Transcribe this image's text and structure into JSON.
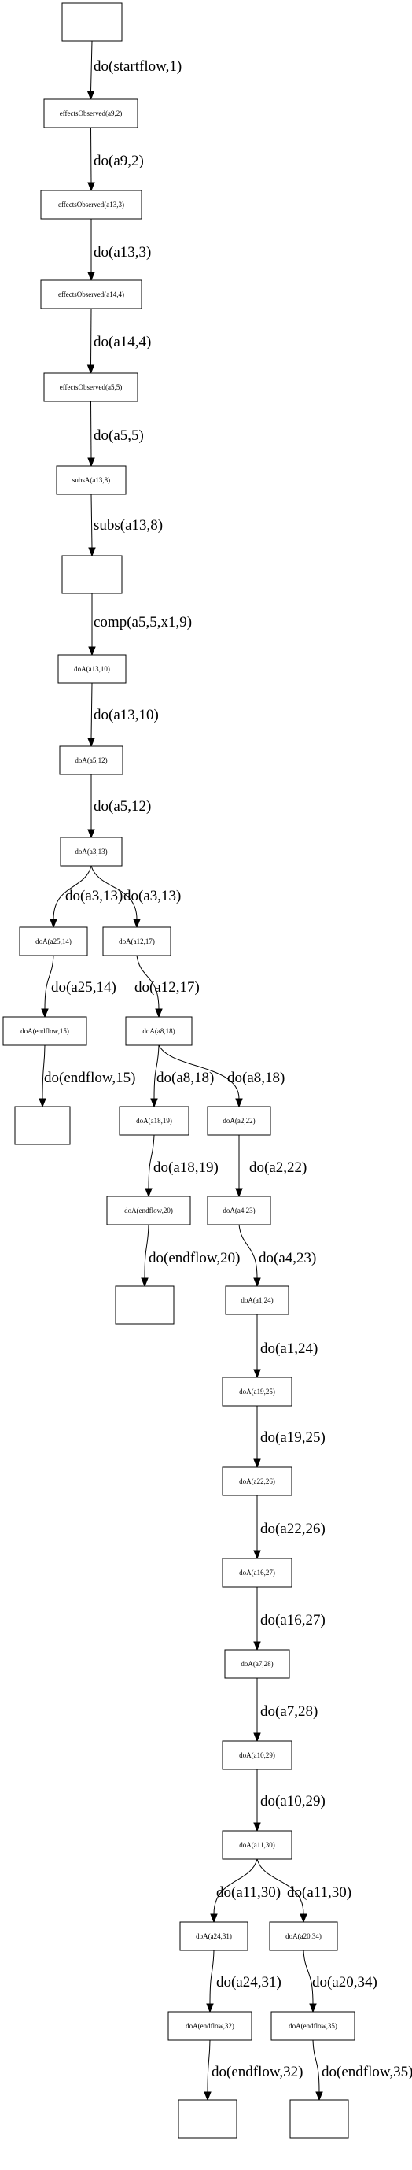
{
  "nodes": [
    {
      "id": "n0",
      "label": ""
    },
    {
      "id": "n1",
      "label": "effectsObserved(a9,2)"
    },
    {
      "id": "n2",
      "label": "effectsObserved(a13,3)"
    },
    {
      "id": "n3",
      "label": "effectsObserved(a14,4)"
    },
    {
      "id": "n4",
      "label": "effectsObserved(a5,5)"
    },
    {
      "id": "n5",
      "label": "subsA(a13,8)"
    },
    {
      "id": "n6",
      "label": ""
    },
    {
      "id": "n7",
      "label": "doA(a13,10)"
    },
    {
      "id": "n8",
      "label": "doA(a5,12)"
    },
    {
      "id": "n9",
      "label": "doA(a3,13)"
    },
    {
      "id": "n10",
      "label": "doA(a25,14)"
    },
    {
      "id": "n11",
      "label": "doA(a12,17)"
    },
    {
      "id": "n12",
      "label": "doA(endflow,15)"
    },
    {
      "id": "n13",
      "label": "doA(a8,18)"
    },
    {
      "id": "n14",
      "label": ""
    },
    {
      "id": "n15",
      "label": "doA(a18,19)"
    },
    {
      "id": "n16",
      "label": "doA(a2,22)"
    },
    {
      "id": "n17",
      "label": "doA(endflow,20)"
    },
    {
      "id": "n18",
      "label": "doA(a4,23)"
    },
    {
      "id": "n19",
      "label": ""
    },
    {
      "id": "n20",
      "label": "doA(a1,24)"
    },
    {
      "id": "n21",
      "label": "doA(a19,25)"
    },
    {
      "id": "n22",
      "label": "doA(a22,26)"
    },
    {
      "id": "n23",
      "label": "doA(a16,27)"
    },
    {
      "id": "n24",
      "label": "doA(a7,28)"
    },
    {
      "id": "n25",
      "label": "doA(a10,29)"
    },
    {
      "id": "n26",
      "label": "doA(a11,30)"
    },
    {
      "id": "n27",
      "label": "doA(a24,31)"
    },
    {
      "id": "n28",
      "label": "doA(a20,34)"
    },
    {
      "id": "n29",
      "label": "doA(endflow,32)"
    },
    {
      "id": "n30",
      "label": "doA(endflow,35)"
    },
    {
      "id": "n31",
      "label": ""
    },
    {
      "id": "n32",
      "label": ""
    }
  ],
  "edges": [
    {
      "from": "n0",
      "to": "n1",
      "label": "do(startflow,1)"
    },
    {
      "from": "n1",
      "to": "n2",
      "label": "do(a9,2)"
    },
    {
      "from": "n2",
      "to": "n3",
      "label": "do(a13,3)"
    },
    {
      "from": "n3",
      "to": "n4",
      "label": "do(a14,4)"
    },
    {
      "from": "n4",
      "to": "n5",
      "label": "do(a5,5)"
    },
    {
      "from": "n5",
      "to": "n6",
      "label": "subs(a13,8)"
    },
    {
      "from": "n6",
      "to": "n7",
      "label": "comp(a5,5,x1,9)"
    },
    {
      "from": "n7",
      "to": "n8",
      "label": "do(a13,10)"
    },
    {
      "from": "n8",
      "to": "n9",
      "label": "do(a5,12)"
    },
    {
      "from": "n9",
      "to": "n10",
      "label": "do(a3,13)"
    },
    {
      "from": "n9",
      "to": "n11",
      "label": "do(a3,13)"
    },
    {
      "from": "n10",
      "to": "n12",
      "label": "do(a25,14)"
    },
    {
      "from": "n11",
      "to": "n13",
      "label": "do(a12,17)"
    },
    {
      "from": "n12",
      "to": "n14",
      "label": "do(endflow,15)"
    },
    {
      "from": "n13",
      "to": "n15",
      "label": "do(a8,18)"
    },
    {
      "from": "n13",
      "to": "n16",
      "label": "do(a8,18)"
    },
    {
      "from": "n15",
      "to": "n17",
      "label": "do(a18,19)"
    },
    {
      "from": "n16",
      "to": "n18",
      "label": "do(a2,22)"
    },
    {
      "from": "n17",
      "to": "n19",
      "label": "do(endflow,20)"
    },
    {
      "from": "n18",
      "to": "n20",
      "label": "do(a4,23)"
    },
    {
      "from": "n20",
      "to": "n21",
      "label": "do(a1,24)"
    },
    {
      "from": "n21",
      "to": "n22",
      "label": "do(a19,25)"
    },
    {
      "from": "n22",
      "to": "n23",
      "label": "do(a22,26)"
    },
    {
      "from": "n23",
      "to": "n24",
      "label": "do(a16,27)"
    },
    {
      "from": "n24",
      "to": "n25",
      "label": "do(a7,28)"
    },
    {
      "from": "n25",
      "to": "n26",
      "label": "do(a10,29)"
    },
    {
      "from": "n26",
      "to": "n27",
      "label": "do(a11,30)"
    },
    {
      "from": "n26",
      "to": "n28",
      "label": "do(a11,30)"
    },
    {
      "from": "n27",
      "to": "n29",
      "label": "do(a24,31)"
    },
    {
      "from": "n28",
      "to": "n30",
      "label": "do(a20,34)"
    },
    {
      "from": "n29",
      "to": "n31",
      "label": "do(endflow,32)"
    },
    {
      "from": "n30",
      "to": "n32",
      "label": "do(endflow,35)"
    }
  ]
}
